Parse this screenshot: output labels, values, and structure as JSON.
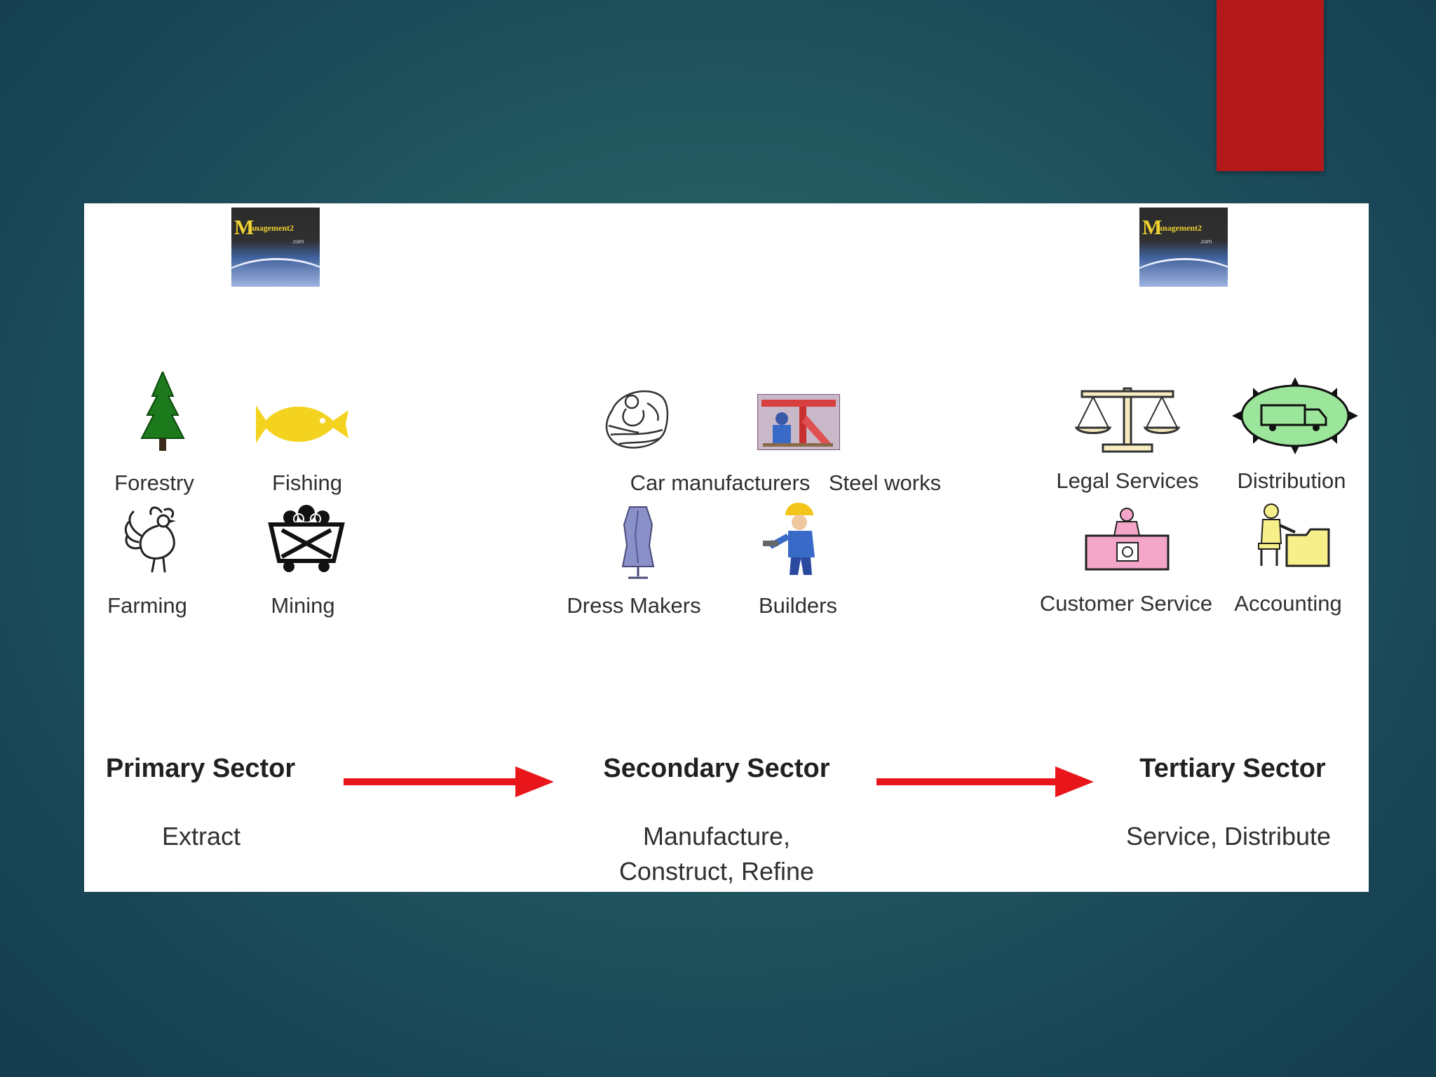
{
  "logo": {
    "letter": "M",
    "word": "anagement2",
    "sub": ".com"
  },
  "colors": {
    "arrow": "#e8161b",
    "accent_tab": "#b3191a",
    "background": "#1f5560"
  },
  "sectors": [
    {
      "heading": "Primary Sector",
      "description": "Extract",
      "items": [
        {
          "label": "Forestry",
          "icon": "tree-icon"
        },
        {
          "label": "Fishing",
          "icon": "fish-icon"
        },
        {
          "label": "Farming",
          "icon": "rooster-icon"
        },
        {
          "label": "Mining",
          "icon": "mine-cart-icon"
        }
      ]
    },
    {
      "heading": "Secondary Sector",
      "description_lines": [
        "Manufacture,",
        "Construct, Refine"
      ],
      "items": [
        {
          "label": "Car manufacturers",
          "icon": "car-worker-icon"
        },
        {
          "label": "Steel works",
          "icon": "steel-works-icon"
        },
        {
          "label": "Dress Makers",
          "icon": "dress-form-icon"
        },
        {
          "label": "Builders",
          "icon": "builder-icon"
        }
      ]
    },
    {
      "heading": "Tertiary Sector",
      "description": "Service, Distribute",
      "items": [
        {
          "label": "Legal Services",
          "icon": "scales-icon"
        },
        {
          "label": "Distribution",
          "icon": "truck-globe-icon"
        },
        {
          "label": "Customer Service",
          "icon": "service-desk-icon"
        },
        {
          "label": "Accounting",
          "icon": "accountant-desk-icon"
        }
      ]
    }
  ]
}
